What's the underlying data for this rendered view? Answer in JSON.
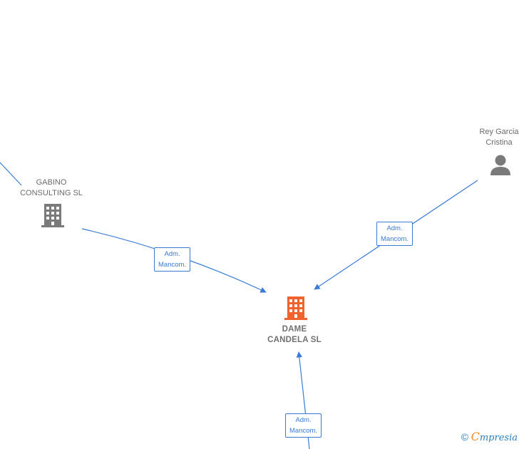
{
  "nodes": {
    "gabino": {
      "line1": "GABINO",
      "line2": "CONSULTING SL"
    },
    "rey": {
      "line1": "Rey Garcia",
      "line2": "Cristina"
    },
    "dame": {
      "line1": "DAME",
      "line2": "CANDELA  SL"
    }
  },
  "edges": [
    {
      "line1": "Adm.",
      "line2": "Mancom."
    },
    {
      "line1": "Adm.",
      "line2": "Mancom."
    },
    {
      "line1": "Adm.",
      "line2": "Mancom."
    }
  ],
  "watermark": {
    "copyright": "©",
    "brand_initial": "C",
    "brand_rest": "mpresia"
  },
  "colors": {
    "edge": "#3a7bd5",
    "company_icon": "#7a7a7a",
    "center_icon": "#f2622e",
    "person_icon": "#7a7a7a"
  }
}
